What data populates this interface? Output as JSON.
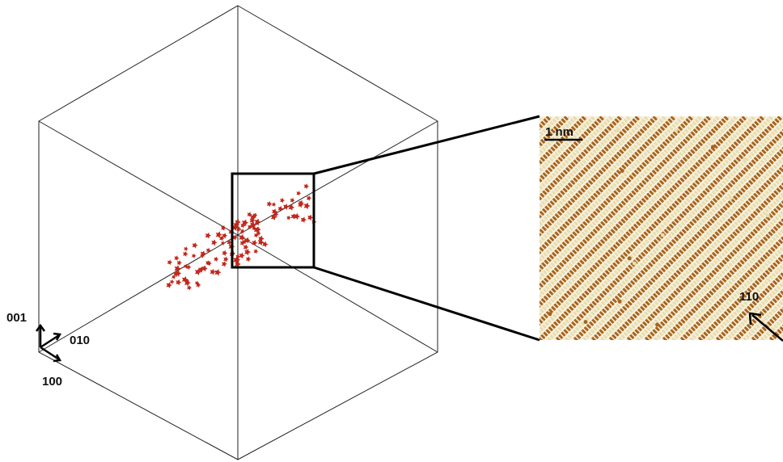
{
  "colors": {
    "background": "#ffffff",
    "box_lines": "#222222",
    "precipitate": "#c1281b",
    "zoom_frame": "#000000",
    "stripe_dark": "#a8641f",
    "stripe_light": "#e7ddb0",
    "panel_bg": "#f7f1dc"
  },
  "axes_triad": {
    "labels": [
      "001",
      "010",
      "100"
    ]
  },
  "inset": {
    "scale_bar_label": "1 nm",
    "direction_label": "110"
  }
}
